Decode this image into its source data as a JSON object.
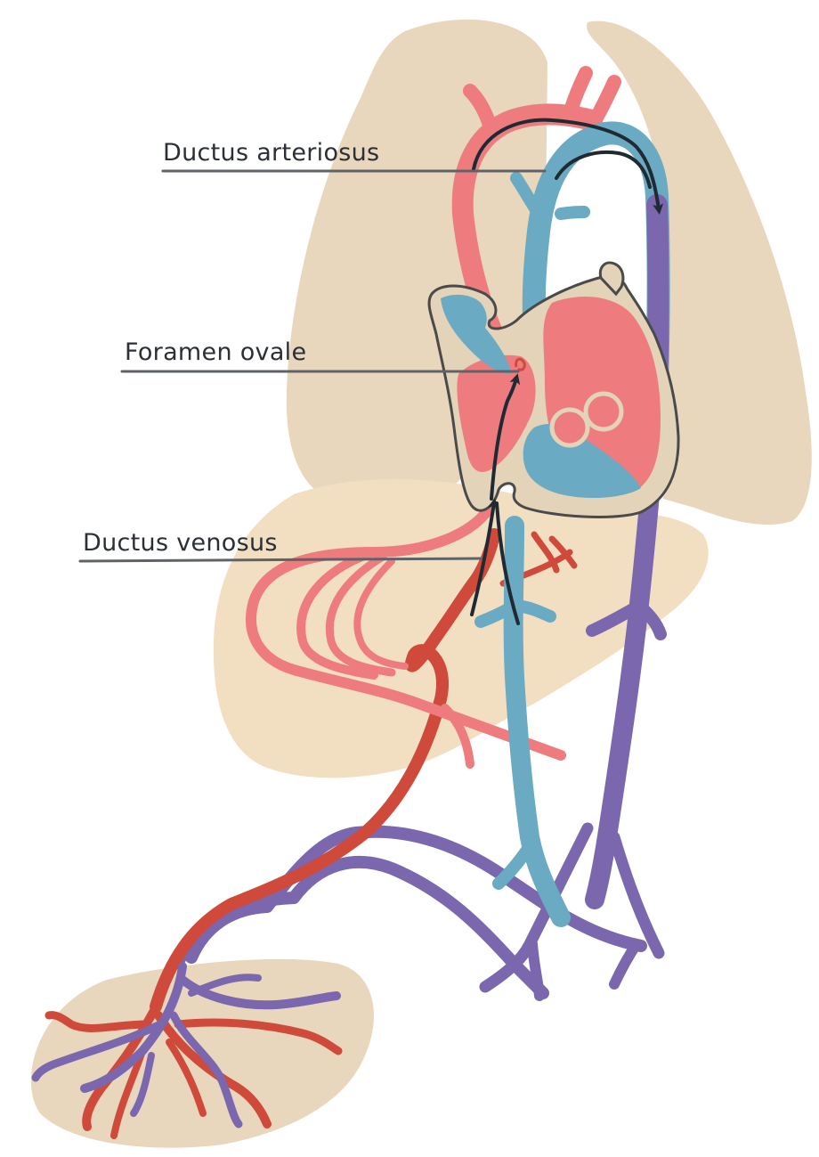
{
  "labels": {
    "ductus_arteriosus": "Ductus arteriosus",
    "foramen_ovale": "Foramen ovale",
    "ductus_venosus": "Ductus venosus"
  },
  "colors": {
    "organ_beige": "#e8d7bd",
    "liver_beige": "#f2dfc2",
    "oxygenated_pink": "#ee7c7f",
    "umbilical_vein_red": "#cf4a3a",
    "deoxygenated_blue": "#6aaac2",
    "mixed_purple": "#7a67ad",
    "heart_outline": "#4a4a4a",
    "heart_fill": "#e3d3b8",
    "arrow_dark": "#1f2a33"
  }
}
